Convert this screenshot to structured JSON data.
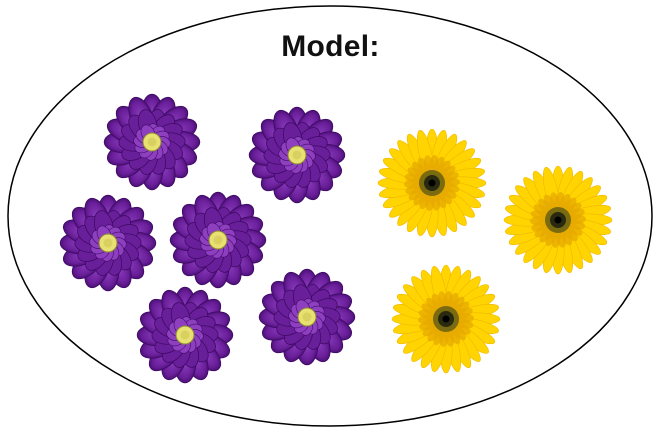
{
  "title": "Model:",
  "colors": {
    "border": "#000000",
    "background": "#ffffff",
    "purple_petal": "#6a1f9a",
    "purple_petal_dark": "#3f0a66",
    "purple_petal_light": "#8e3fc0",
    "purple_center": "#e8e070",
    "yellow_petal": "#ffd400",
    "yellow_petal_dark": "#e6a800",
    "yellow_petal_light": "#fff060",
    "yellow_center": "#2a2a10"
  },
  "flowers": {
    "purple_count": 6,
    "yellow_count": 3
  }
}
